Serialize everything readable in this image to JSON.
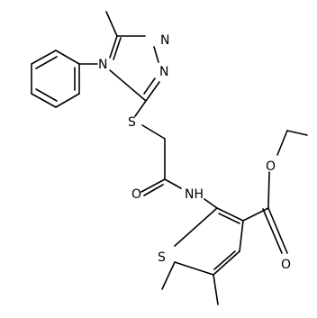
{
  "structure": {
    "atoms": {
      "triazole_n_top": "N",
      "triazole_n_right": "N",
      "triazole_n_left": "N",
      "sulfur_thioether": "S",
      "carbonyl_o_amide": "O",
      "amide_nh": "NH",
      "ester_o_single": "O",
      "ester_o_double": "O",
      "thiophene_s": "S"
    }
  }
}
